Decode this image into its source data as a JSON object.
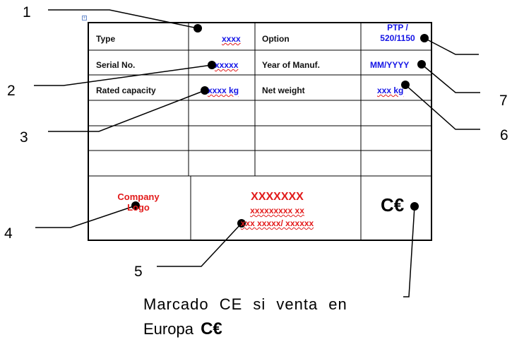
{
  "plate": {
    "rows": [
      {
        "label": "Type",
        "value": "xxxx",
        "label2": "Option",
        "value2": [
          "PTP /",
          "520/1150"
        ]
      },
      {
        "label": "Serial No.",
        "value": "xxxxx",
        "label2": "Year of Manuf.",
        "value2": [
          "MM/YYYY"
        ]
      },
      {
        "label": "Rated capacity",
        "value": "xxxx kg",
        "label2": "Net weight",
        "value2": [
          "xxx kg"
        ]
      }
    ],
    "logo": [
      "Company",
      "Logo"
    ],
    "center": [
      "XXXXXXX",
      "xxxxxxxxx xx",
      "xxx xxxxx/ xxxxxx"
    ],
    "ce_mark": "C€"
  },
  "callouts": [
    "1",
    "2",
    "3",
    "4",
    "5",
    "6",
    "7"
  ],
  "note": {
    "line1": "Marcado CE si venta en",
    "line2": "Europa",
    "ce_mark": "C€"
  }
}
